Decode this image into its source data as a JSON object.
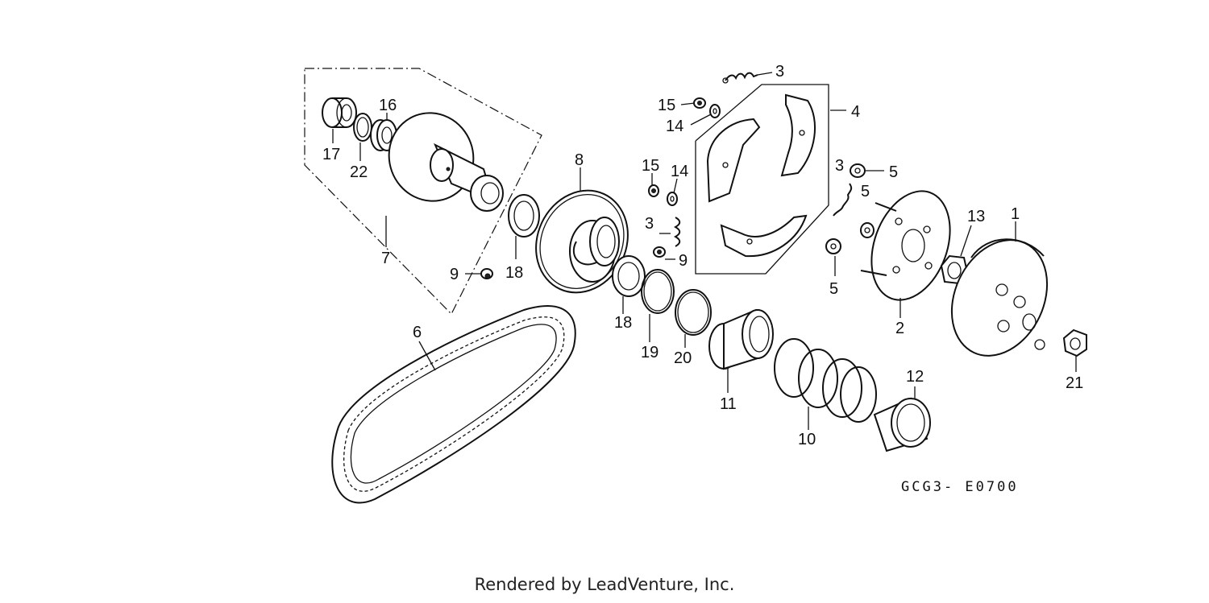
{
  "diagram_code": "GCG3- E0700",
  "footer_text": "Rendered by LeadVenture, Inc.",
  "callouts": {
    "c1": "1",
    "c2": "2",
    "c3a": "3",
    "c3b": "3",
    "c3c": "3",
    "c4": "4",
    "c5a": "5",
    "c5b": "5",
    "c5c": "5",
    "c6": "6",
    "c7": "7",
    "c8": "8",
    "c9a": "9",
    "c9b": "9",
    "c10": "10",
    "c11": "11",
    "c12": "12",
    "c13": "13",
    "c14a": "14",
    "c14b": "14",
    "c15a": "15",
    "c15b": "15",
    "c16": "16",
    "c17": "17",
    "c18a": "18",
    "c18b": "18",
    "c19": "19",
    "c20": "20",
    "c21": "21",
    "c22": "22"
  }
}
